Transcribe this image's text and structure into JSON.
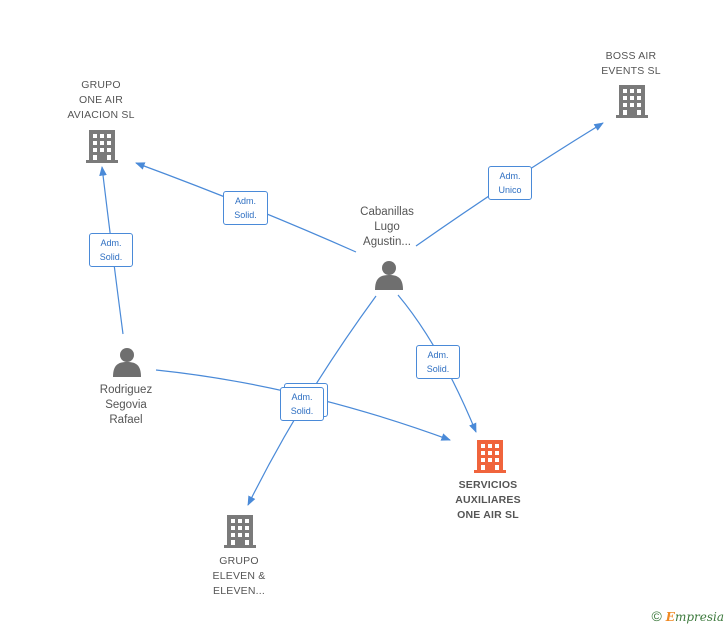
{
  "nodes": {
    "grupo_one_air": {
      "type": "company",
      "lines": [
        "GRUPO",
        "ONE AIR",
        "AVIACION SL"
      ],
      "color": "#7a7a7a"
    },
    "boss_air": {
      "type": "company",
      "lines": [
        "BOSS AIR",
        "EVENTS  SL"
      ],
      "color": "#7a7a7a"
    },
    "servicios": {
      "type": "company",
      "lines": [
        "SERVICIOS",
        "AUXILIARES",
        "ONE AIR  SL"
      ],
      "color": "#f0643c",
      "highlight": true
    },
    "grupo_eleven": {
      "type": "company",
      "lines": [
        "GRUPO",
        "ELEVEN &",
        "ELEVEN..."
      ],
      "color": "#7a7a7a"
    },
    "cabanillas": {
      "type": "person",
      "lines": [
        "Cabanillas",
        "Lugo",
        "Agustin..."
      ],
      "color": "#6f6f6f"
    },
    "rodriguez": {
      "type": "person",
      "lines": [
        "Rodriguez",
        "Segovia",
        "Rafael"
      ],
      "color": "#6f6f6f"
    }
  },
  "edges": [
    {
      "from": "cabanillas",
      "to": "grupo_one_air",
      "label": [
        "Adm.",
        "Solid."
      ]
    },
    {
      "from": "cabanillas",
      "to": "boss_air",
      "label": [
        "Adm.",
        "Unico"
      ]
    },
    {
      "from": "cabanillas",
      "to": "servicios",
      "label": [
        "Adm.",
        "Solid."
      ]
    },
    {
      "from": "cabanillas",
      "to": "grupo_eleven",
      "label": [
        "Adm.",
        "Solid."
      ]
    },
    {
      "from": "rodriguez",
      "to": "grupo_one_air",
      "label": [
        "Adm.",
        "Solid."
      ]
    },
    {
      "from": "rodriguez",
      "to": "servicios",
      "label": [
        "Adm.",
        "Solid."
      ]
    }
  ],
  "colors": {
    "edge": "#4a8ad8",
    "edge_label_text": "#2e6fc2"
  },
  "footer": {
    "copyright_symbol": "©",
    "brand_initial": "E",
    "brand_rest": "mpresia"
  }
}
